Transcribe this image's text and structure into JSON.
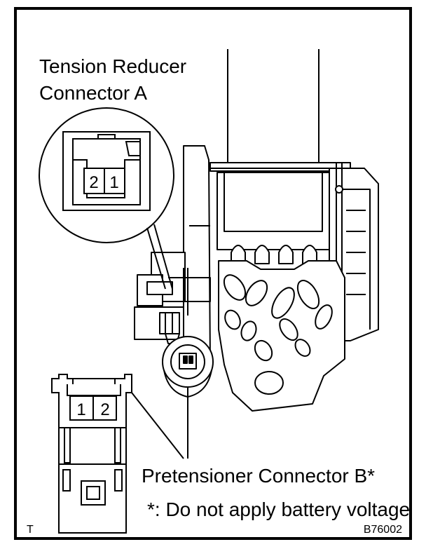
{
  "labels": {
    "tension_line1": "Tension Reducer",
    "tension_line2": "Connector A",
    "pretensioner": "Pretensioner Connector B*",
    "footnote": "*: Do not apply battery voltage",
    "corner_mark": "T",
    "figure_id": "B76002"
  },
  "connector_a": {
    "pins": [
      "2",
      "1"
    ]
  },
  "connector_b": {
    "pins": [
      "1",
      "2"
    ]
  },
  "colors": {
    "line": "#000000",
    "background": "#ffffff"
  }
}
